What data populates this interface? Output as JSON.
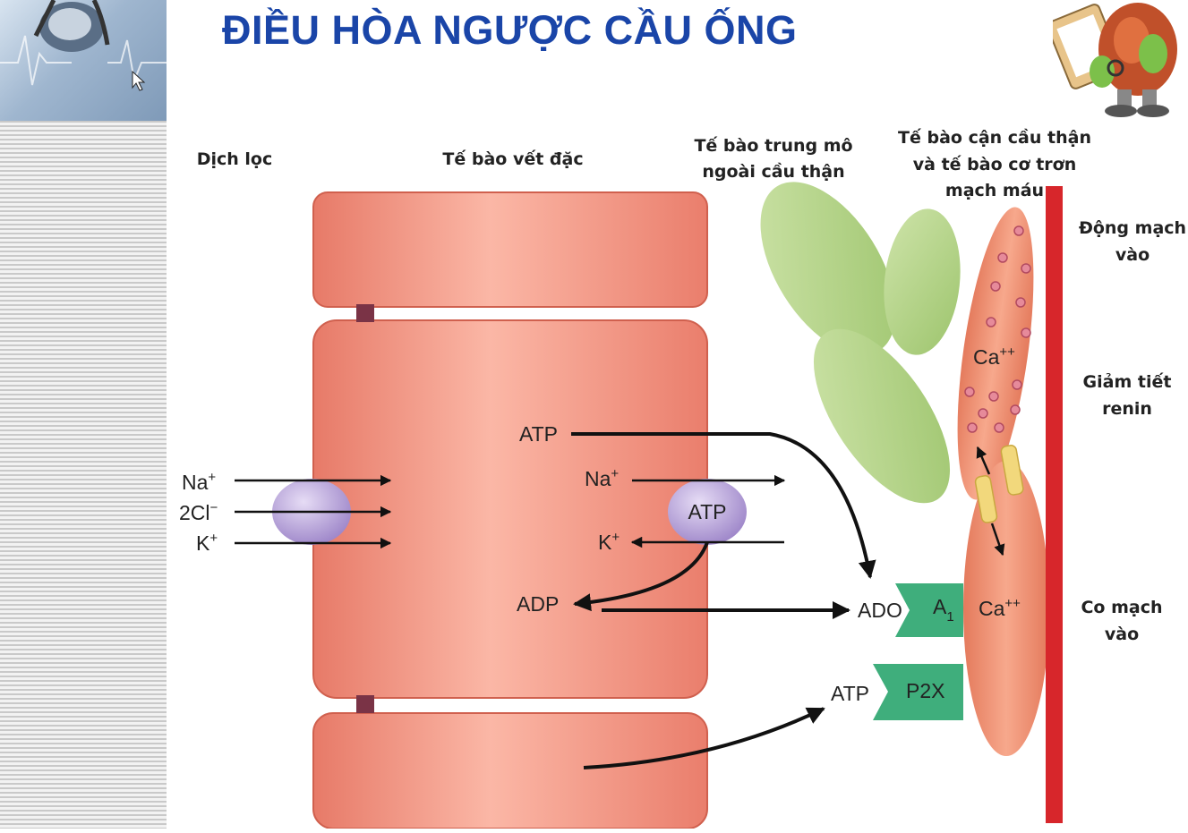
{
  "title": "ĐIỀU HÒA NGƯỢC CẦU ỐNG",
  "labels": {
    "filtrate": "Dịch lọc",
    "macula_densa": "Tế bào vết đặc",
    "mesangial_line1": "Tế bào trung mô",
    "mesangial_line2": "ngoài cầu thận",
    "jg_line1": "Tế bào cận cầu thận",
    "jg_line2": "và tế bào cơ trơn",
    "jg_line3": "mạch máu",
    "afferent_line1": "Động mạch",
    "afferent_line2": "vào",
    "renin_line1": "Giảm tiết",
    "renin_line2": "renin",
    "vaso_line1": "Co mạch",
    "vaso_line2": "vào"
  },
  "ions": {
    "na_in": "Na",
    "na_in_sup": "+",
    "cl_in": "2Cl",
    "cl_in_sup": "−",
    "k_in": "K",
    "k_in_sup": "+",
    "atp_top": "ATP",
    "na_pump": "Na",
    "na_pump_sup": "+",
    "pump": "ATP",
    "k_pump": "K",
    "k_pump_sup": "+",
    "adp": "ADP",
    "ado": "ADO",
    "a1": "A",
    "a1_sub": "1",
    "ca_top": "Ca",
    "ca_top_sup": "++",
    "ca_bottom": "Ca",
    "ca_bottom_sup": "++",
    "atp_bottom": "ATP",
    "p2x": "P2X"
  },
  "colors": {
    "title": "#1a45a8",
    "cell": "#f08878",
    "mesangial": "#b5d38a",
    "smooth_muscle": "#ec8a6c",
    "transporter": "#b7a0dc",
    "receptor": "#3fae7c",
    "artery": "#d7262b"
  }
}
